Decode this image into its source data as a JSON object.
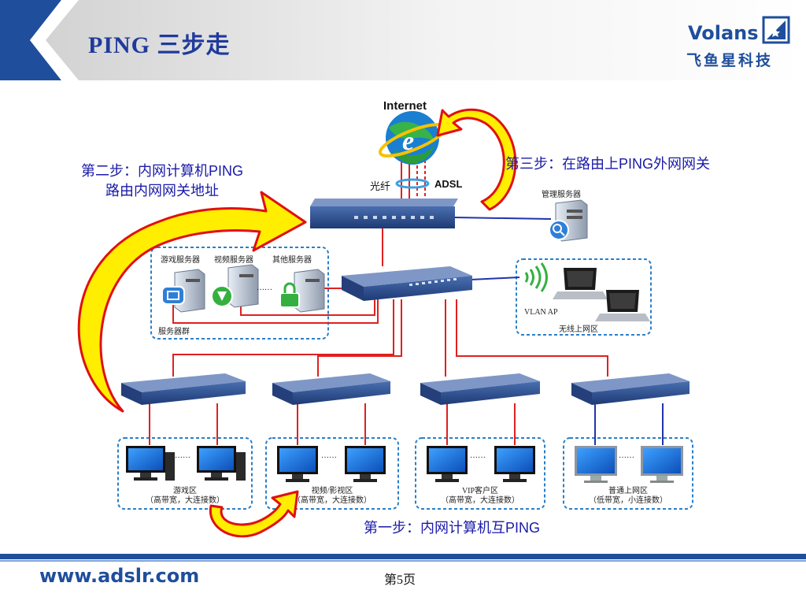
{
  "header": {
    "title": "PING 三步走",
    "brand": "Volans",
    "brand_cn": "飞鱼星科技"
  },
  "labels": {
    "internet": "Internet",
    "fiber": "光纤",
    "adsl": "ADSL",
    "mgmt_server": "管理服务器",
    "game_server": "游戏服务器",
    "video_server": "视频服务器",
    "other_server": "其他服务器",
    "server_group": "服务器群",
    "vlan_ap": "VLAN AP",
    "wireless_zone": "无线上网区",
    "ellipsis": "……"
  },
  "zones": [
    {
      "name": "游戏区",
      "desc": "（高带宽，大连接数）"
    },
    {
      "name": "视频/影视区",
      "desc": "（高带宽，大连接数）"
    },
    {
      "name": "VIP客户区",
      "desc": "（高带宽，大连接数）"
    },
    {
      "name": "普通上网区",
      "desc": "（低带宽，小连接数）"
    }
  ],
  "steps": {
    "step1": "第一步：内网计算机互PING",
    "step2_line1": "第二步：内网计算机PING",
    "step2_line2": "路由内网网关地址",
    "step3": "第三步：在路由上PING外网网关"
  },
  "footer": {
    "site": "www.adslr.com",
    "page": "第5页"
  },
  "colors": {
    "accent_blue": "#1f4e9c",
    "step_text": "#1a1aa8",
    "link_red": "#e02020",
    "link_blue": "#2233aa",
    "arrow_fill": "#ffee00",
    "arrow_outline": "#e01010"
  }
}
